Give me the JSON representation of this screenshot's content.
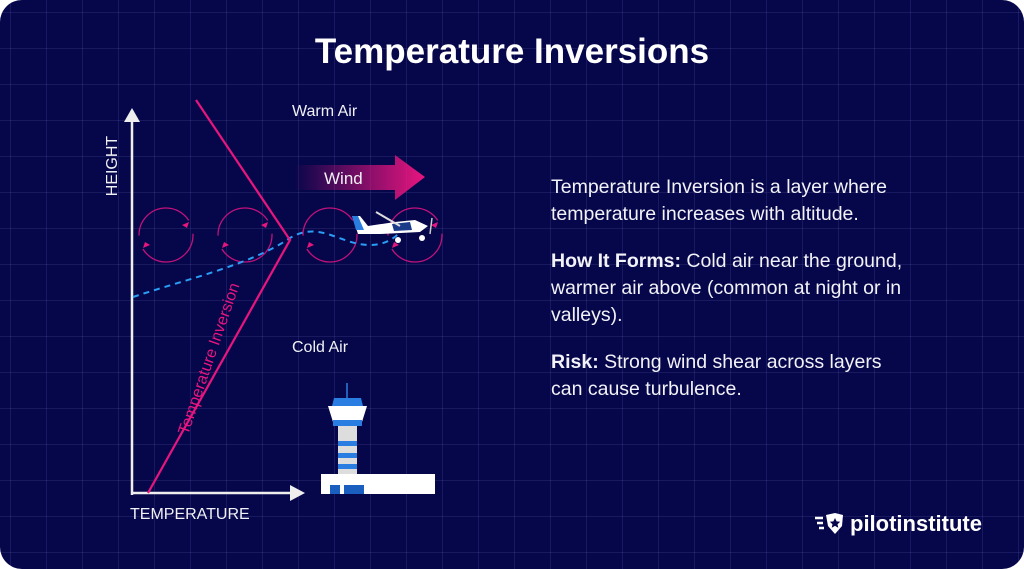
{
  "title": "Temperature Inversions",
  "diagram": {
    "y_axis": "HEIGHT",
    "x_axis": "TEMPERATURE",
    "warm_air": "Warm Air",
    "cold_air": "Cold Air",
    "wind": "Wind",
    "inversion_label": "Temperature Inversion",
    "colors": {
      "background": "#06064a",
      "inversion": "#e8157f",
      "turbulence": "#c0127a",
      "flight_path": "#2a9df4"
    }
  },
  "description": {
    "intro": "Temperature Inversion is a layer where temperature increases with altitude.",
    "forms_label": "How It Forms:",
    "forms_text": " Cold air near the ground, warmer air above (common at night or in valleys).",
    "risk_label": "Risk:",
    "risk_text": " Strong wind shear across layers can cause turbulence."
  },
  "brand": {
    "name": "pilotinstitute"
  }
}
